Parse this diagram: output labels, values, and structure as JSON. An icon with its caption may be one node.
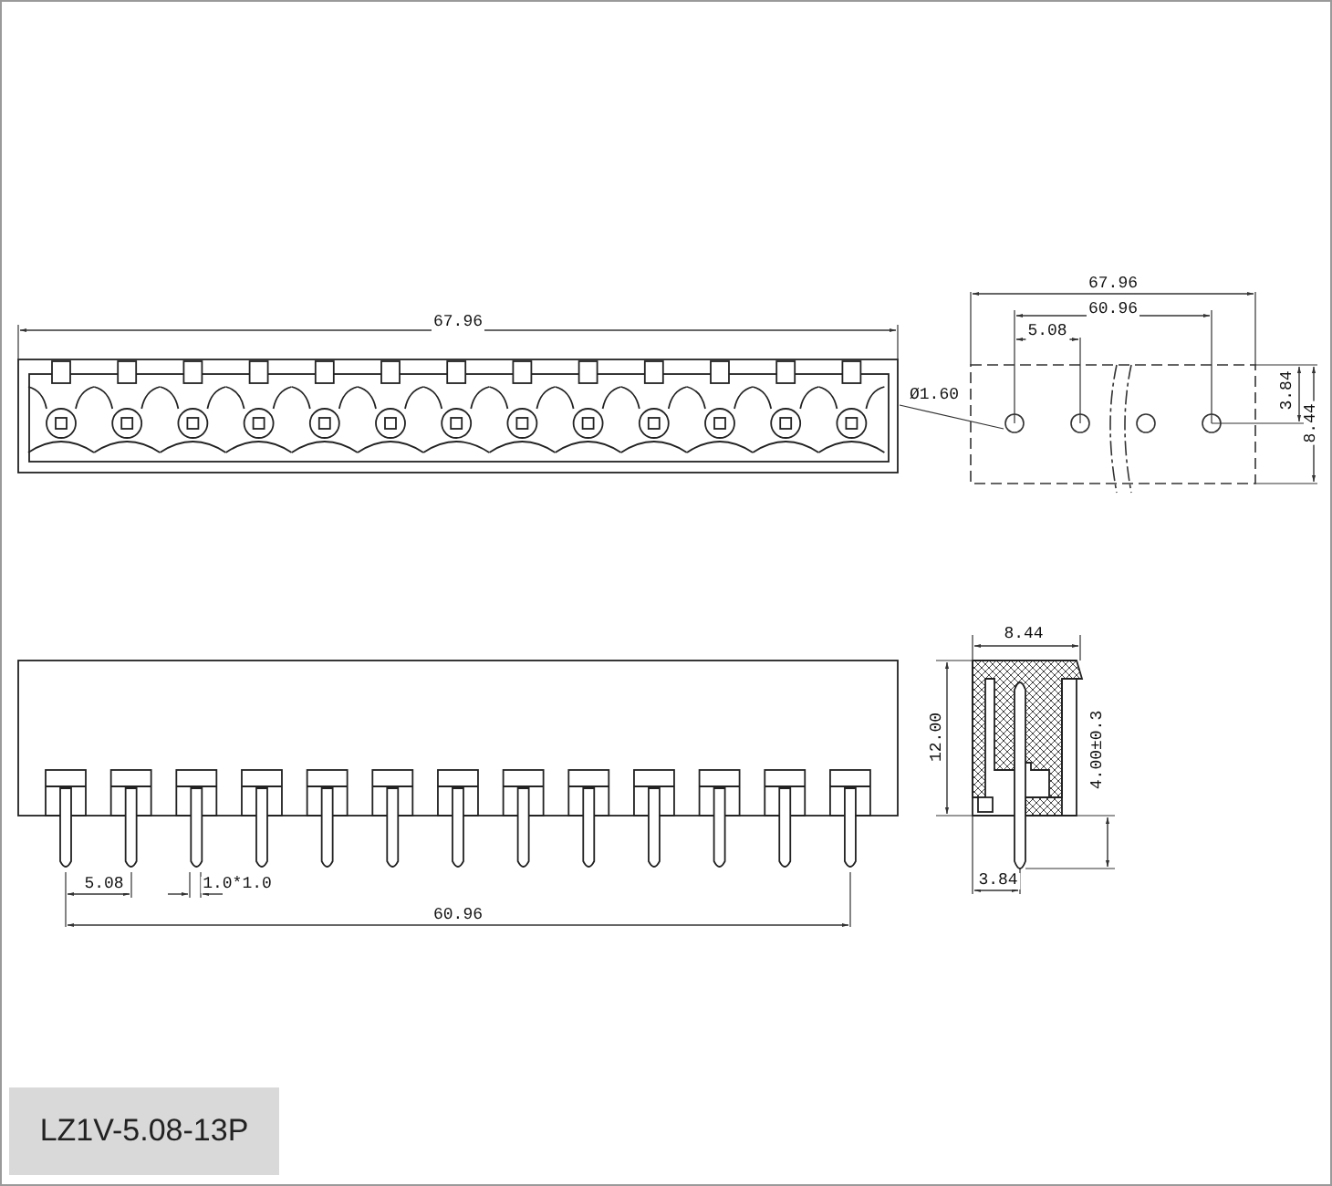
{
  "diagram": {
    "labels": [
      "67.96",
      "67.96",
      "60.96",
      "5.08",
      "Ø1.60",
      "3.84",
      "8.44",
      "8.44",
      "12.00",
      "4.00±0.3",
      "5.08",
      "1.0*1.0",
      "3.84",
      "60.96",
      "LZ1V-5.08-13P"
    ]
  }
}
